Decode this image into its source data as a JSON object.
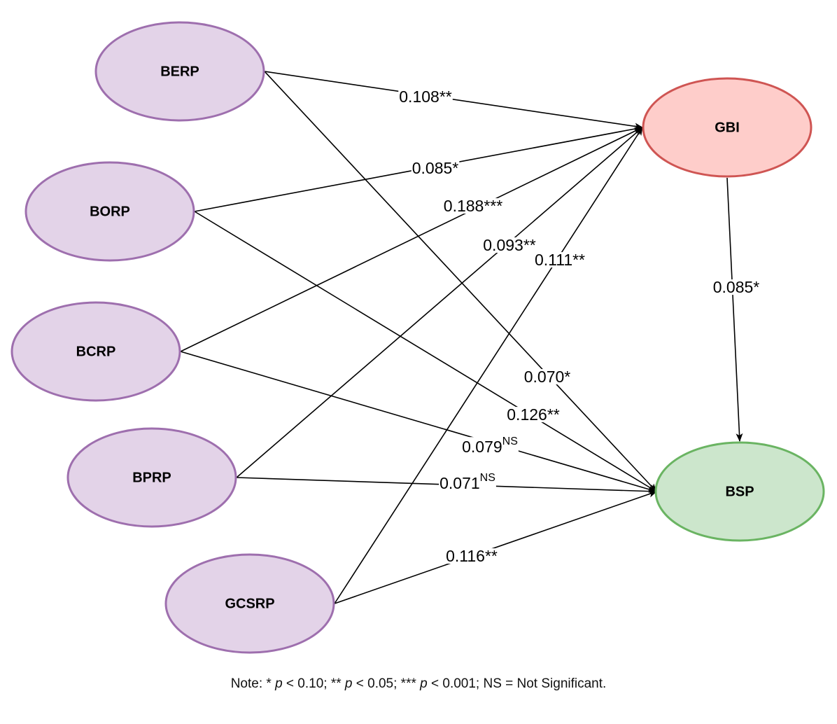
{
  "nodes": [
    {
      "id": "BERP",
      "label": "BERP",
      "type": "predictor",
      "fill": "#e3d3e8",
      "stroke": "#9e6fae"
    },
    {
      "id": "BORP",
      "label": "BORP",
      "type": "predictor",
      "fill": "#e3d3e8",
      "stroke": "#9e6fae"
    },
    {
      "id": "BCRP",
      "label": "BCRP",
      "type": "predictor",
      "fill": "#e3d3e8",
      "stroke": "#9e6fae"
    },
    {
      "id": "BPRP",
      "label": "BPRP",
      "type": "predictor",
      "fill": "#e3d3e8",
      "stroke": "#9e6fae"
    },
    {
      "id": "GCSRP",
      "label": "GCSRP",
      "type": "predictor",
      "fill": "#e3d3e8",
      "stroke": "#9e6fae"
    },
    {
      "id": "GBI",
      "label": "GBI",
      "type": "mediator",
      "fill": "#fecdca",
      "stroke": "#cf5553"
    },
    {
      "id": "BSP",
      "label": "BSP",
      "type": "outcome",
      "fill": "#cce6cc",
      "stroke": "#6ab462"
    }
  ],
  "edges": [
    {
      "from": "BERP",
      "to": "GBI",
      "value": "0.108",
      "sig": "**",
      "sup": ""
    },
    {
      "from": "BORP",
      "to": "GBI",
      "value": "0.085",
      "sig": "*",
      "sup": ""
    },
    {
      "from": "BCRP",
      "to": "GBI",
      "value": "0.188",
      "sig": "***",
      "sup": ""
    },
    {
      "from": "BPRP",
      "to": "GBI",
      "value": "0.093",
      "sig": "**",
      "sup": ""
    },
    {
      "from": "GCSRP",
      "to": "GBI",
      "value": "0.111",
      "sig": "**",
      "sup": ""
    },
    {
      "from": "GBI",
      "to": "BSP",
      "value": "0.085",
      "sig": "*",
      "sup": ""
    },
    {
      "from": "BERP",
      "to": "BSP",
      "value": "0.070",
      "sig": "*",
      "sup": ""
    },
    {
      "from": "BORP",
      "to": "BSP",
      "value": "0.126",
      "sig": "**",
      "sup": ""
    },
    {
      "from": "BCRP",
      "to": "BSP",
      "value": "0.079",
      "sig": "",
      "sup": "NS"
    },
    {
      "from": "BPRP",
      "to": "BSP",
      "value": "0.071",
      "sig": "",
      "sup": "NS"
    },
    {
      "from": "GCSRP",
      "to": "BSP",
      "value": "0.116",
      "sig": "**",
      "sup": ""
    }
  ],
  "note": {
    "prefix": "Note: * ",
    "p": "p",
    "part1": " < 0.10; ** ",
    "part2": " < 0.05; *** ",
    "part3": " < 0.001; NS = Not Significant."
  }
}
